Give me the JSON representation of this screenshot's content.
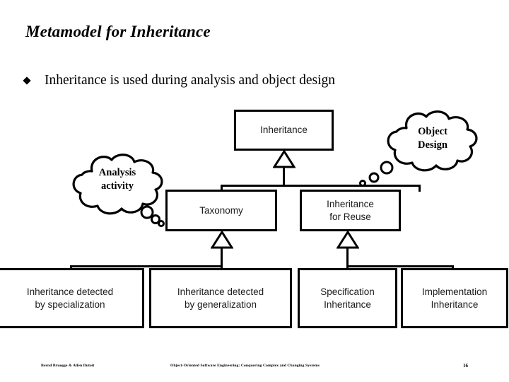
{
  "slide": {
    "title": "Metamodel for Inheritance",
    "bullet": {
      "marker": "diamond-bullet-icon",
      "text": "Inheritance is used during analysis and object design"
    }
  },
  "diagram": {
    "type": "uml-class-generalization-hierarchy",
    "root": {
      "label": "Inheritance"
    },
    "level2": [
      {
        "label": "Taxonomy"
      },
      {
        "label": "Inheritance\nfor Reuse",
        "line1": "Inheritance",
        "line2": "for Reuse"
      }
    ],
    "level3": [
      {
        "line1": "Inheritance detected",
        "line2": "by specialization"
      },
      {
        "line1": "Inheritance detected",
        "line2": "by generalization"
      },
      {
        "line1": "Specification",
        "line2": "Inheritance"
      },
      {
        "line1": "Implementation",
        "line2": "Inheritance"
      }
    ],
    "annotations": [
      {
        "name": "analysis-activity-cloud",
        "line1": "Analysis",
        "line2": "activity"
      },
      {
        "name": "object-design-cloud",
        "line1": "Object",
        "line2": "Design"
      }
    ],
    "colors": {
      "stroke": "#000000",
      "fill": "#ffffff",
      "text": "#1a1a1a"
    }
  },
  "footer": {
    "author": "Bernd Bruegge & Allen Dutoit",
    "book_title": "Object-Oriented Software Engineering: Conquering Complex and Changing Systems",
    "page_number": "16"
  }
}
